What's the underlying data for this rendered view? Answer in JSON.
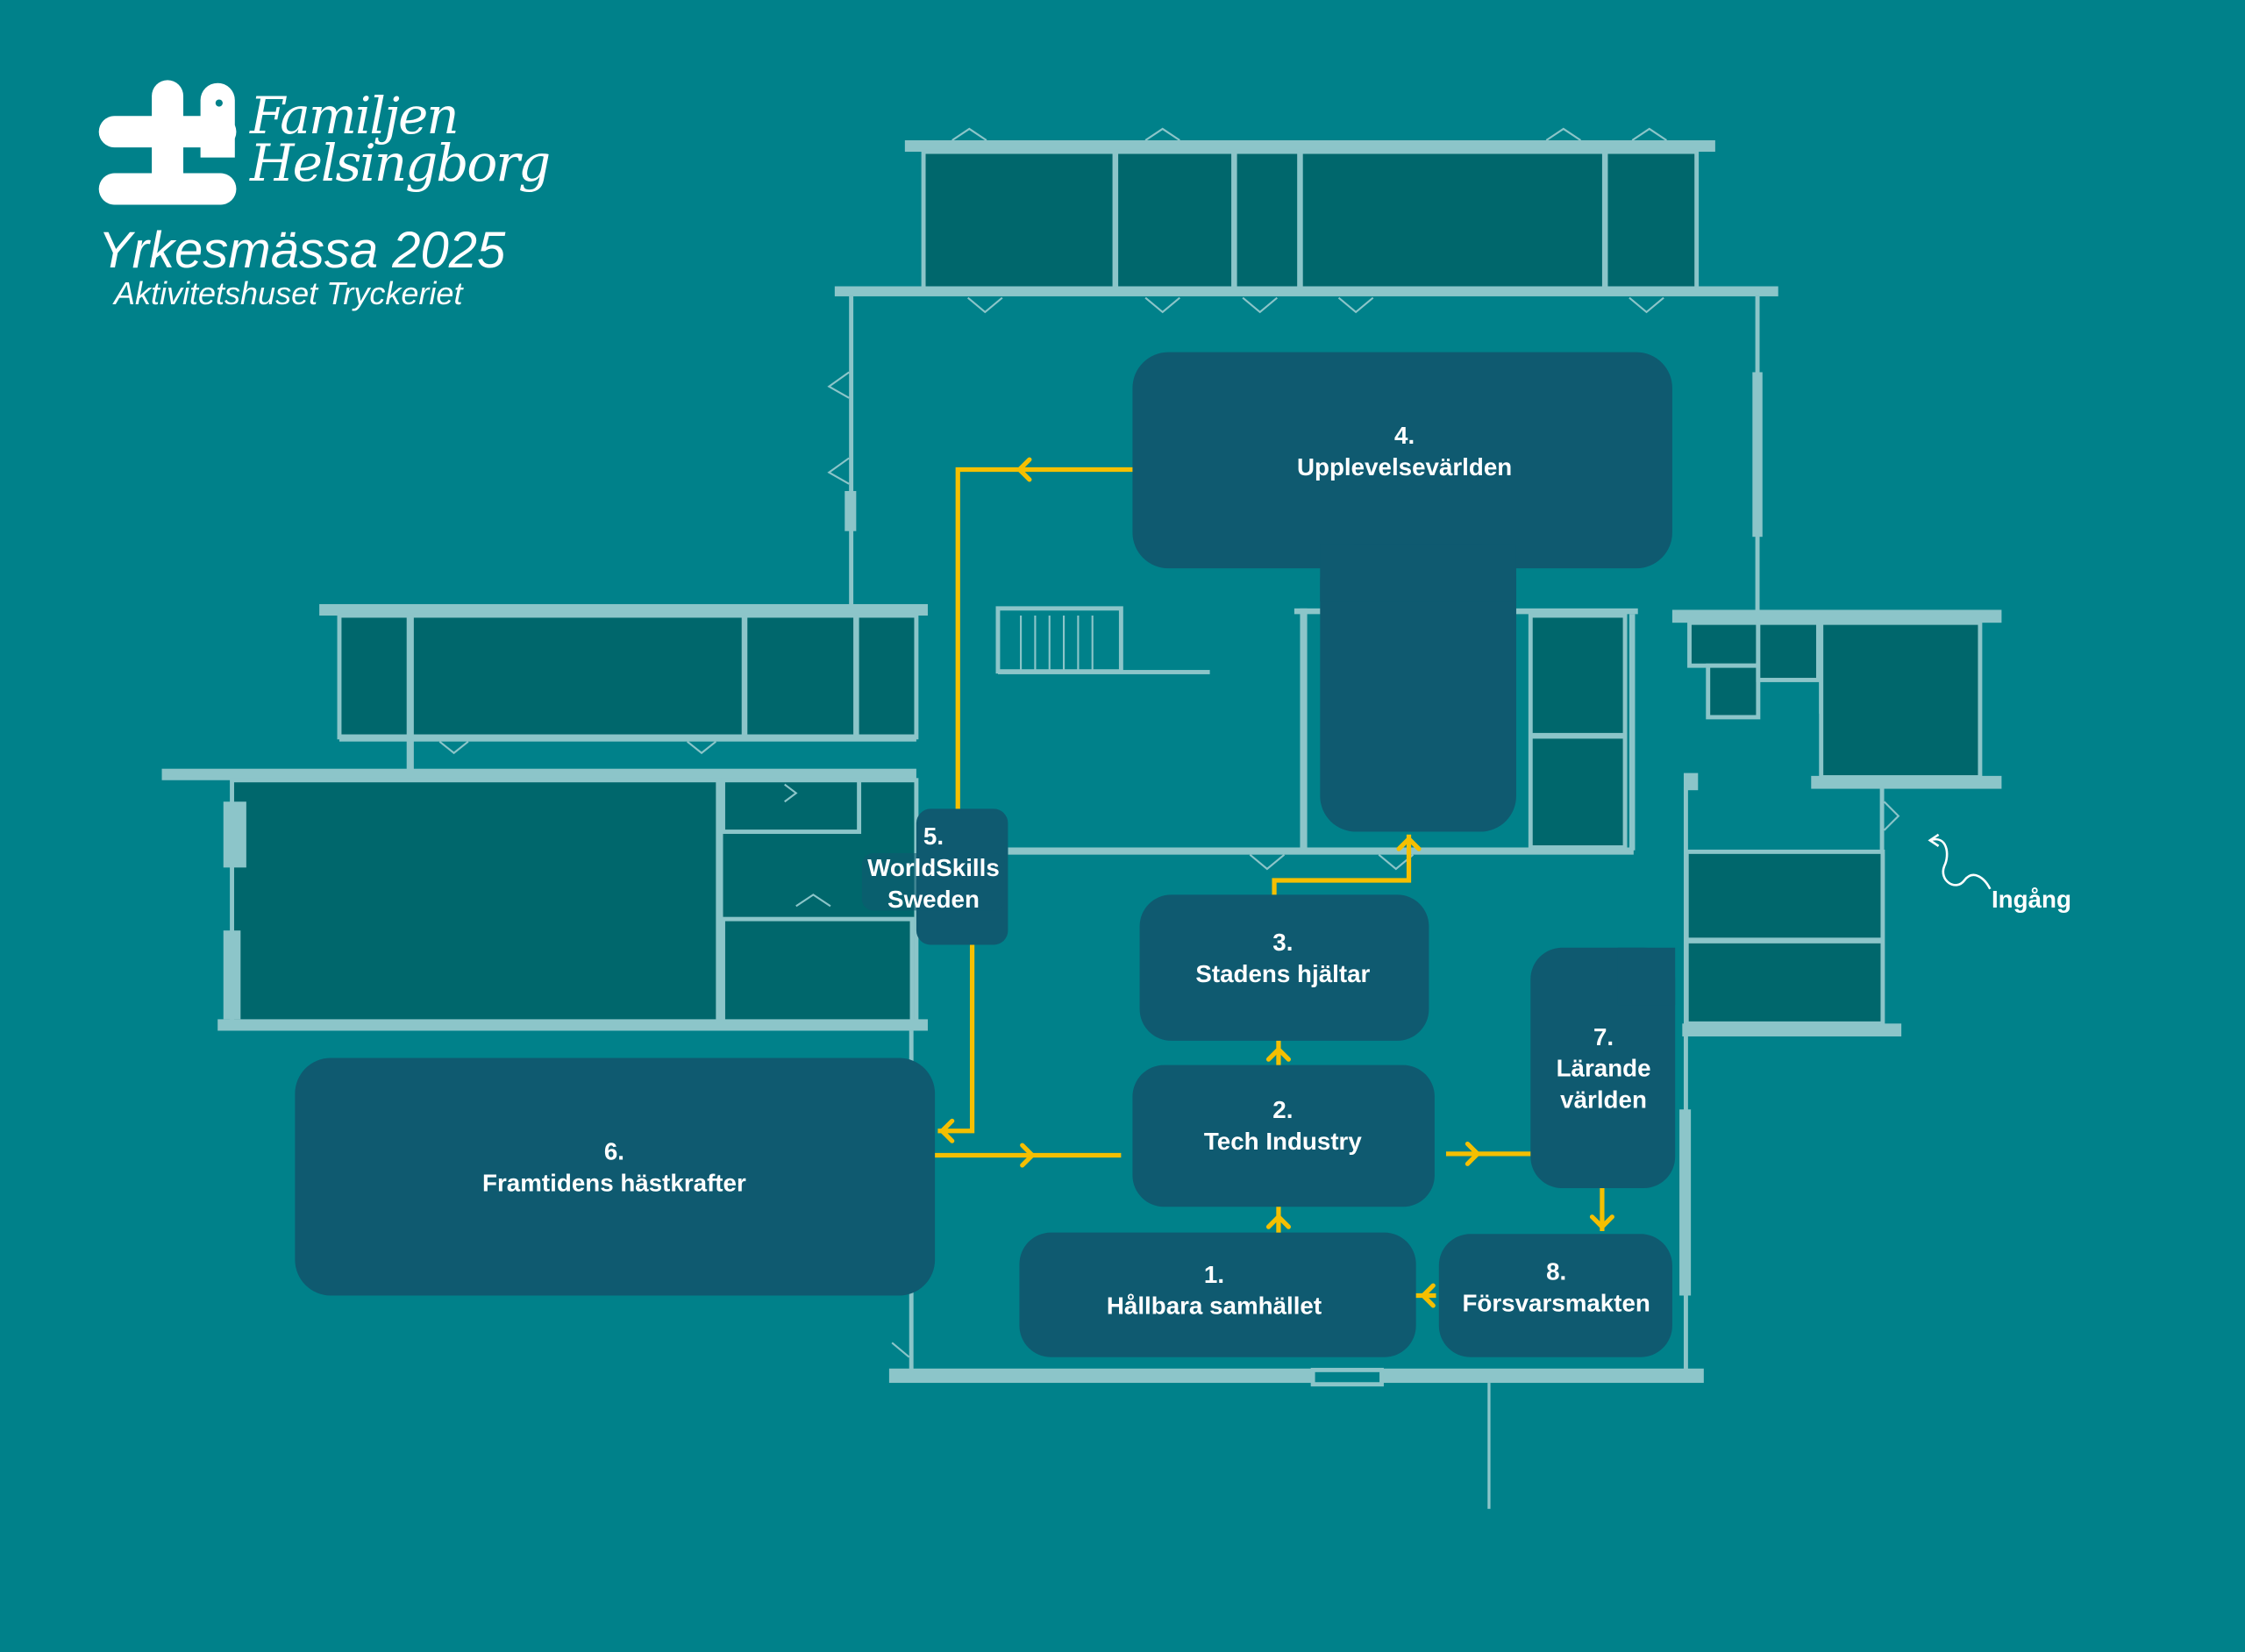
{
  "header": {
    "brand": "Familjen Helsingborg",
    "brand_line1": "Familjen",
    "brand_line2": "Helsingborg",
    "title": "Yrkesmässa 2025",
    "venue": "Aktivitetshuset Tryckeriet"
  },
  "entrance_label": "Ingång",
  "zones": [
    {
      "number": "1.",
      "name": "Hållbara samhället"
    },
    {
      "number": "2.",
      "name": "Tech Industry"
    },
    {
      "number": "3.",
      "name": "Stadens hjältar"
    },
    {
      "number": "4.",
      "name": "Upplevelsevärlden"
    },
    {
      "number": "5.",
      "name_line1": "WorldSkills",
      "name_line2": "Sweden"
    },
    {
      "number": "6.",
      "name": "Framtidens hästkrafter"
    },
    {
      "number": "7.",
      "name_line1": "Lärande",
      "name_line2": "världen"
    },
    {
      "number": "8.",
      "name": "Försvarsmakten"
    }
  ],
  "colors": {
    "background": "#00818a",
    "zone": "#0f5a70",
    "route": "#f5bf00",
    "walls": "#8cc5c9",
    "rooms": "#00676c"
  }
}
